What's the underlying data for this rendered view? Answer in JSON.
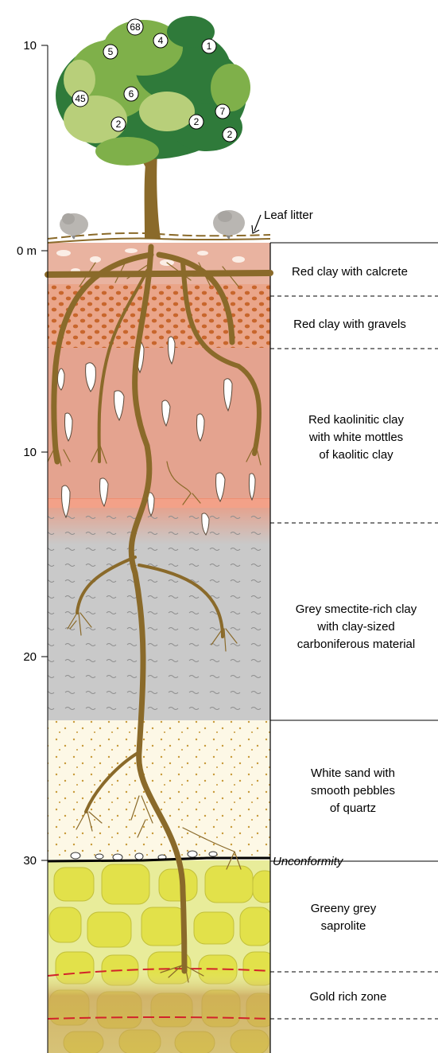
{
  "axis": {
    "ticks": [
      "10",
      "0 m",
      "10",
      "20",
      "30"
    ]
  },
  "tree_labels": [
    "68",
    "4",
    "1",
    "5",
    "45",
    "6",
    "7",
    "2",
    "2",
    "2"
  ],
  "annotations": {
    "leaf_litter": "Leaf litter",
    "unconformity": "Unconformity"
  },
  "layers": [
    {
      "lines": [
        "Red clay with calcrete"
      ]
    },
    {
      "lines": [
        "Red clay with gravels"
      ]
    },
    {
      "lines": [
        "Red kaolinitic clay",
        "with white mottles",
        "of kaolitic clay"
      ]
    },
    {
      "lines": [
        "Grey smectite-rich clay",
        "with clay-sized",
        "carboniferous material"
      ]
    },
    {
      "lines": [
        "White sand with",
        "smooth pebbles",
        "of quartz"
      ]
    },
    {
      "lines": [
        "Greeny grey",
        "saprolite"
      ]
    },
    {
      "lines": [
        "Gold rich zone"
      ]
    }
  ],
  "colors": {
    "calcrete": "#e9b3a0",
    "gravel_layer": "#eaa589",
    "kaolinitic": "#e4a38f",
    "grey_clay": "#c9c9c9",
    "sand": "#fdf8e6",
    "saprolite_bg": "#e8ec9a",
    "saprolite_block": "#e2e14a",
    "gold_zone": "#c9a15a",
    "root": "#8a6a2a",
    "gravel_dot": "#c8662c",
    "foliage_dark": "#2f7a3a",
    "foliage_mid": "#7fb04a",
    "foliage_light": "#b8cf7a",
    "gold_line": "#d2232a"
  }
}
